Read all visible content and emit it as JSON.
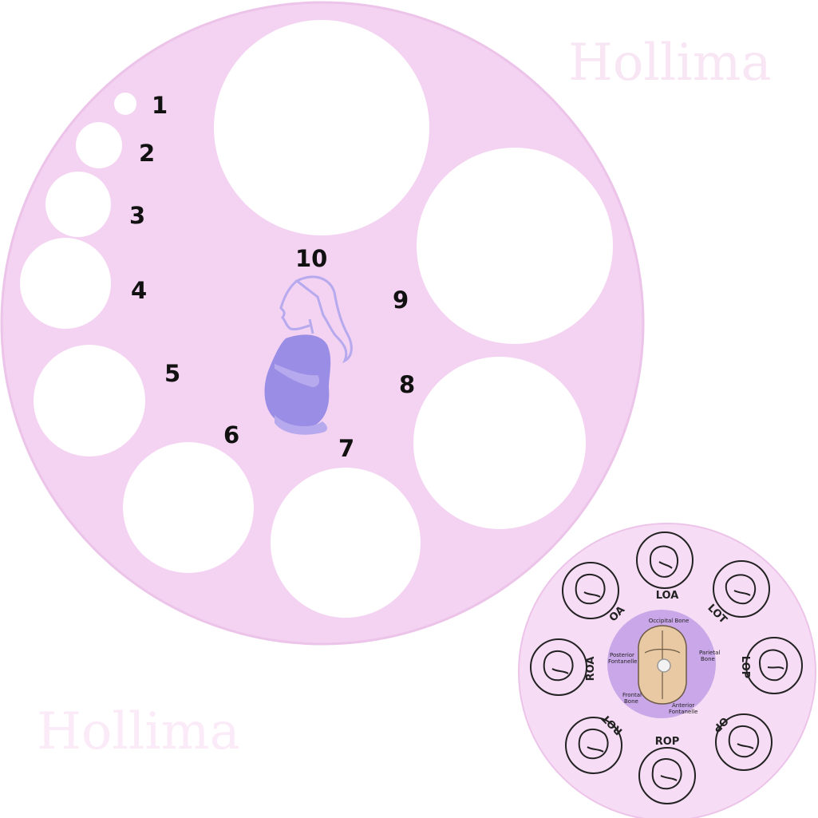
{
  "watermark_text": "Hollima",
  "colors": {
    "background": "#ffffff",
    "disc_fill": "#f4d2f1",
    "disc_rim": "#ecc3e9",
    "small_disc_fill": "#f7dcf5",
    "number_color": "#111111",
    "figure_color": "#9a8de6",
    "figure_line": "#b6a9ee",
    "center_disc": "#c9a7e8",
    "skull": "#e9c9a4",
    "watermark": "#f9e4f6"
  },
  "dilation_chart": {
    "numbers": [
      "1",
      "2",
      "3",
      "4",
      "5",
      "6",
      "7",
      "8",
      "9",
      "10"
    ],
    "figure_icon": "pregnant-woman-icon"
  },
  "position_wheel": {
    "positions": [
      "LOA",
      "LOT",
      "LOP",
      "OP",
      "ROP",
      "ROT",
      "ROA",
      "OA"
    ],
    "center_labels": {
      "occipital": "Occipital Bone",
      "parietal_1": "Parietal",
      "parietal_2": "Bone",
      "posterior_1": "Posterior",
      "posterior_2": "Fontanelle",
      "frontal_1": "Frontal",
      "frontal_2": "Bone",
      "anterior_1": "Anterior",
      "anterior_2": "Fontanelle"
    },
    "fetus_icon": "fetus-icon"
  }
}
